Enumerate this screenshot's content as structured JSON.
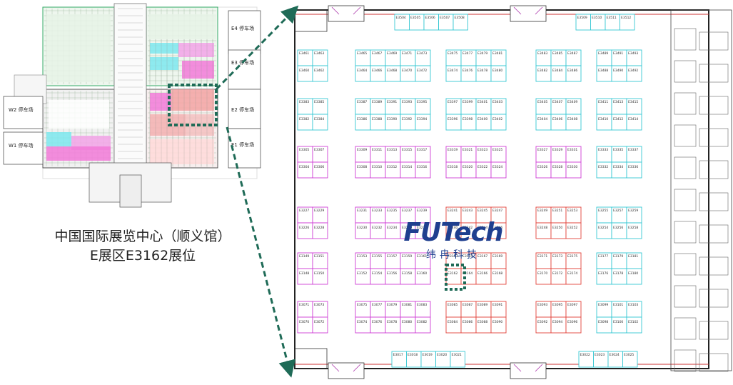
{
  "caption": {
    "line1": "中国国际展览中心（顺义馆）",
    "line2": "E展区E3162展位"
  },
  "logo": {
    "main": "FUTech",
    "sub": "纬冉科技"
  },
  "parking_labels": [
    "E4 停车场",
    "E3 停车场",
    "E2 停车场",
    "E1 停车场",
    "W2 停车场",
    "W1 停车场"
  ],
  "booth_rows": [
    {
      "groups": [
        [
          "E3461",
          "E3463",
          "E3460",
          "E3462"
        ],
        [
          "E3465",
          "E3467",
          "E3469",
          "E3471",
          "E3473",
          "E3464",
          "E3466",
          "E3468",
          "E3470",
          "E3472"
        ],
        [
          "E3475",
          "E3477",
          "E3479",
          "E3481",
          "E3474",
          "E3476",
          "E3478",
          "E3480"
        ],
        [
          "E3483",
          "E3485",
          "E3487",
          "E3482",
          "E3484",
          "E3486"
        ],
        [
          "E3489",
          "E3491",
          "E3493",
          "E3488",
          "E3490",
          "E3492"
        ]
      ]
    },
    {
      "groups": [
        [
          "E3383",
          "E3385",
          "E3382",
          "E3384"
        ],
        [
          "E3387",
          "E3389",
          "E3391",
          "E3393",
          "E3395",
          "E3386",
          "E3388",
          "E3390",
          "E3392",
          "E3394"
        ],
        [
          "E3397",
          "E3399",
          "E3401",
          "E3403",
          "E3396",
          "E3398",
          "E3400",
          "E3402"
        ],
        [
          "E3405",
          "E3407",
          "E3409",
          "E3404",
          "E3406",
          "E3408"
        ],
        [
          "E3411",
          "E3413",
          "E3415",
          "E3410",
          "E3412",
          "E3414"
        ]
      ]
    },
    {
      "groups": [
        [
          "E3305",
          "E3307",
          "E3304",
          "E3306"
        ],
        [
          "E3309",
          "E3311",
          "E3313",
          "E3315",
          "E3317",
          "E3308",
          "E3310",
          "E3312",
          "E3314",
          "E3316"
        ],
        [
          "E3319",
          "E3321",
          "E3323",
          "E3325",
          "E3318",
          "E3320",
          "E3322",
          "E3324"
        ],
        [
          "E3327",
          "E3329",
          "E3331",
          "E3326",
          "E3328",
          "E3330"
        ],
        [
          "E3333",
          "E3335",
          "E3337",
          "E3332",
          "E3334",
          "E3336"
        ]
      ]
    },
    {
      "groups": [
        [
          "E3227",
          "E3229",
          "E3226",
          "E3228"
        ],
        [
          "E3231",
          "E3233",
          "E3235",
          "E3237",
          "E3239",
          "E3230",
          "E3232",
          "E3234",
          "E3236",
          "E3238"
        ],
        [
          "E3241",
          "E3243",
          "E3245",
          "E3247",
          "E3240",
          "E3242",
          "E3244",
          "E3246"
        ],
        [
          "E3249",
          "E3251",
          "E3253",
          "E3248",
          "E3250",
          "E3252"
        ],
        [
          "E3255",
          "E3257",
          "E3259",
          "E3254",
          "E3256",
          "E3258"
        ]
      ]
    },
    {
      "groups": [
        [
          "E3149",
          "E3151",
          "E3148",
          "E3150"
        ],
        [
          "E3153",
          "E3155",
          "E3157",
          "E3159",
          "E3161",
          "E3152",
          "E3154",
          "E3156",
          "E3158",
          "E3160"
        ],
        [
          "E3163",
          "E3165",
          "E3167",
          "E3169",
          "E3162",
          "E3164",
          "E3166",
          "E3168"
        ],
        [
          "E3171",
          "E3173",
          "E3175",
          "E3170",
          "E3172",
          "E3174"
        ],
        [
          "E3177",
          "E3179",
          "E3181",
          "E3176",
          "E3178",
          "E3180"
        ]
      ]
    },
    {
      "groups": [
        [
          "E3071",
          "E3073",
          "E3070",
          "E3072"
        ],
        [
          "E3075",
          "E3077",
          "E3079",
          "E3081",
          "E3083",
          "E3074",
          "E3076",
          "E3078",
          "E3080",
          "E3082"
        ],
        [
          "E3085",
          "E3087",
          "E3089",
          "E3091",
          "E3084",
          "E3086",
          "E3088",
          "E3090"
        ],
        [
          "E3093",
          "E3095",
          "E3097",
          "E3092",
          "E3094",
          "E3096"
        ],
        [
          "E3099",
          "E3101",
          "E3103",
          "E3098",
          "E3100",
          "E3102"
        ]
      ]
    }
  ],
  "top_strip": [
    [
      "E3504",
      "E3505",
      "E3506",
      "E3507",
      "E3508"
    ],
    [
      "E3509",
      "E3510",
      "E3511",
      "E3512"
    ]
  ],
  "bottom_strip": [
    [
      "E3017",
      "E3018",
      "E3019",
      "E3020",
      "E3021"
    ],
    [
      "E3022",
      "E3023",
      "E3024",
      "E3025"
    ]
  ],
  "colors": {
    "cyan": "#35c7d3",
    "magenta": "#cf3fd6",
    "red": "#e2433b",
    "arrow": "#1f6b57",
    "logo": "#1f3f8f"
  }
}
